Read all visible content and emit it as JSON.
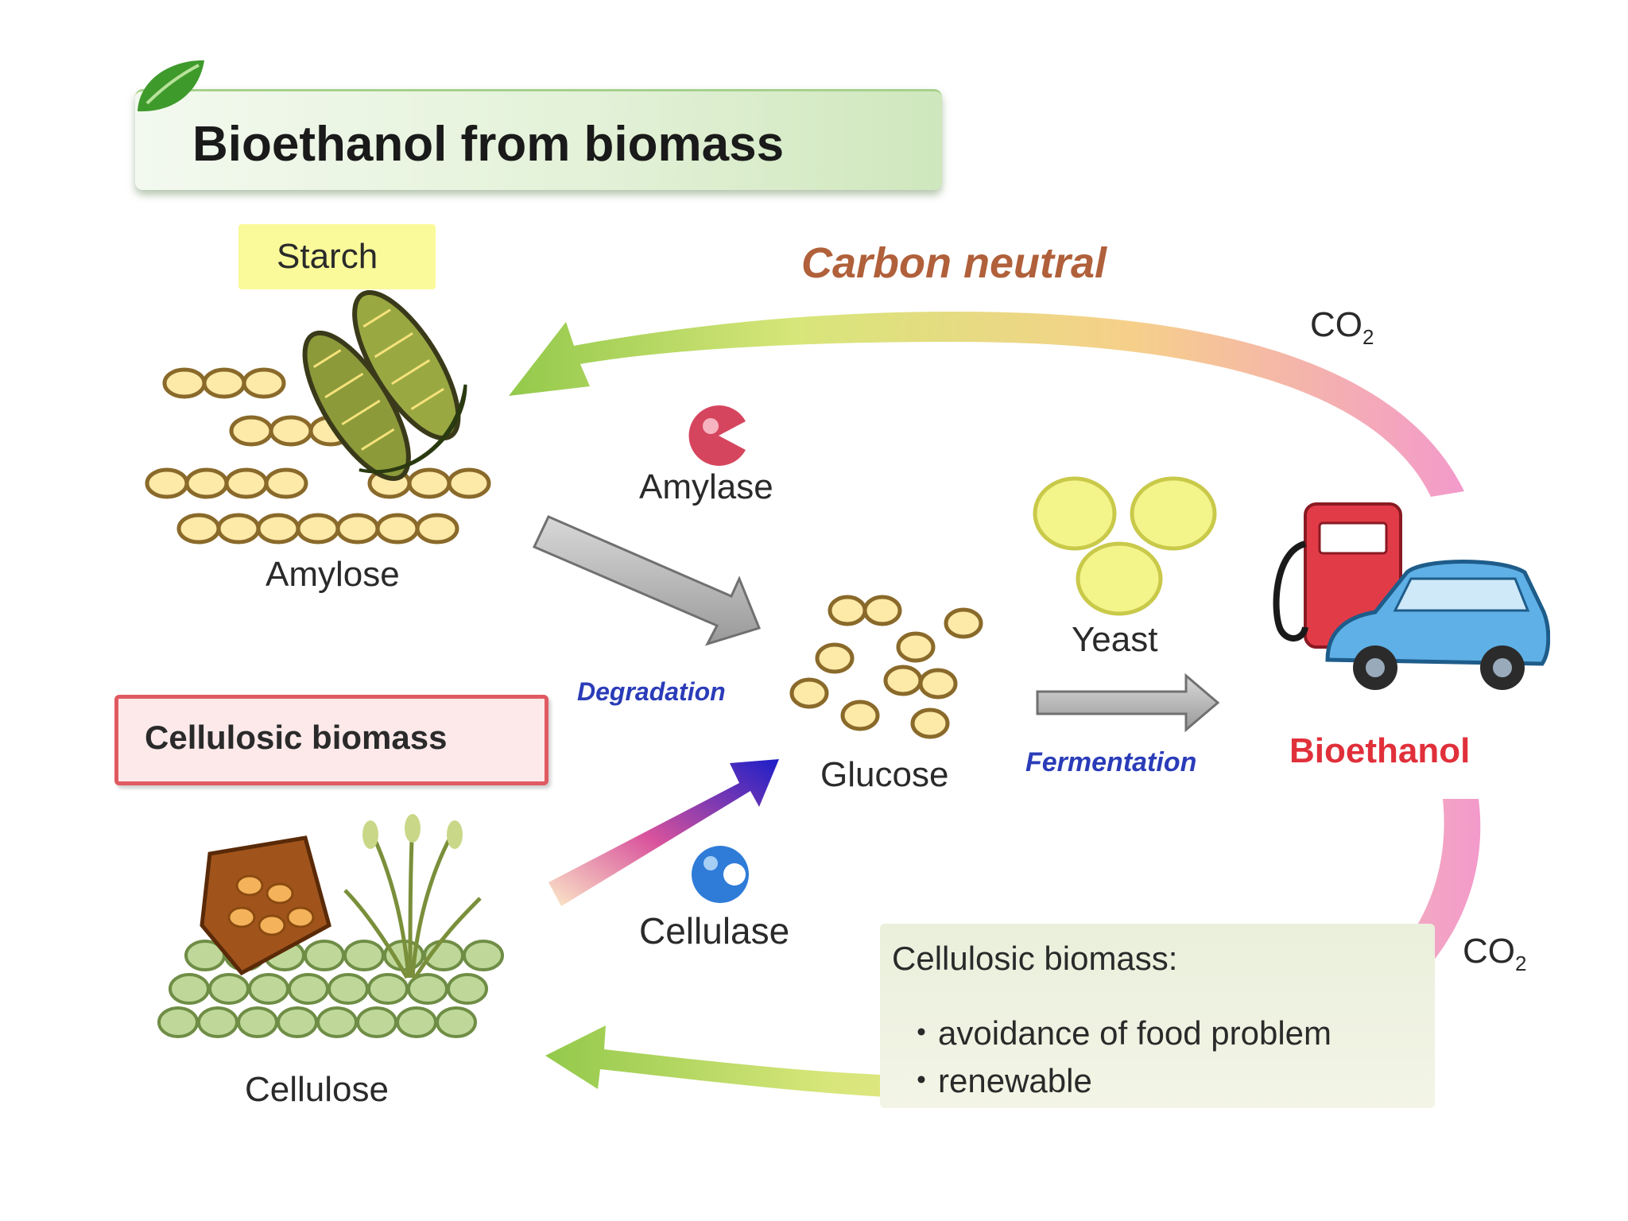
{
  "title": "Bioethanol from biomass",
  "cycle_label": "Carbon neutral",
  "co2_label": "CO",
  "co2_sub": "2",
  "labels": {
    "starch": "Starch",
    "amylose": "Amylose",
    "amylase": "Amylase",
    "degradation": "Degradation",
    "glucose": "Glucose",
    "yeast": "Yeast",
    "fermentation": "Fermentation",
    "bioethanol": "Bioethanol",
    "cellulosic_biomass": "Cellulosic biomass",
    "cellulase": "Cellulase",
    "cellulose": "Cellulose"
  },
  "note": {
    "heading": "Cellulosic biomass:",
    "points": [
      "avoidance of food problem",
      "renewable"
    ],
    "bullet": "・"
  },
  "icons": [
    "leaf-icon",
    "corn-icon",
    "amylase-enzyme-icon",
    "cellulase-enzyme-icon",
    "fuel-pump-icon",
    "car-icon",
    "wood-icon",
    "grass-icon"
  ],
  "colors": {
    "title_text": "#1a1a1a",
    "carbon_neutral": "#b0603a",
    "degradation": "#2a3cb8",
    "fermentation": "#2a3cb8",
    "bioethanol": "#e0303a",
    "molecule_fill": "#fde9a8",
    "molecule_stroke": "#8a6a2a",
    "cellulose_fill": "#bfd89a",
    "yeast_fill": "#f3f48a"
  }
}
